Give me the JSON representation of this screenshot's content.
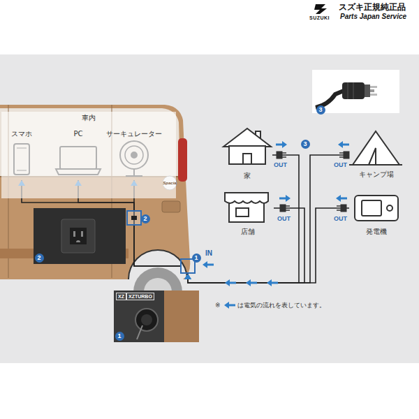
{
  "diagram": {
    "nodes": [
      {
        "text": [
          "車内"
        ]
      },
      {
        "text": [
          "スマホ"
        ],
        "in": 0
      },
      {
        "text": [
          "PC"
        ],
        "in": 0
      },
      {
        "text": [
          "サーキュレーター"
        ],
        "in": 0
      },
      {
        "text": [
          "家"
        ]
      },
      {
        "text": [
          "キャンプ場"
        ]
      },
      {
        "text": [
          "店舗"
        ]
      },
      {
        "text": [
          "発電機"
        ]
      },
      {
        "text": [
          "IN"
        ]
      }
    ],
    "edges": [
      {
        "from": 4,
        "to": 8,
        "arrow": "to"
      },
      {
        "from": 5,
        "to": 8,
        "arrow": "to"
      },
      {
        "from": 6,
        "to": 8,
        "arrow": "to"
      },
      {
        "from": 7,
        "to": 8,
        "arrow": "to"
      },
      {
        "from": 8,
        "to": 1,
        "arrow": "to"
      },
      {
        "from": 8,
        "to": 2,
        "arrow": "to"
      },
      {
        "from": 8,
        "to": 3,
        "arrow": "to"
      }
    ],
    "labels": [
      "SUZUKI",
      "スズキ正規純正品",
      "Parts Japan Service",
      "Spacia",
      "OUT",
      "OUT",
      "OUT",
      "OUT",
      "1",
      "2",
      "3",
      "3",
      "2",
      "1",
      "XZ",
      "XZTURBO",
      "※"
    ],
    "legend": [
      {
        "text": "は電気の流れを表しています。"
      }
    ]
  }
}
